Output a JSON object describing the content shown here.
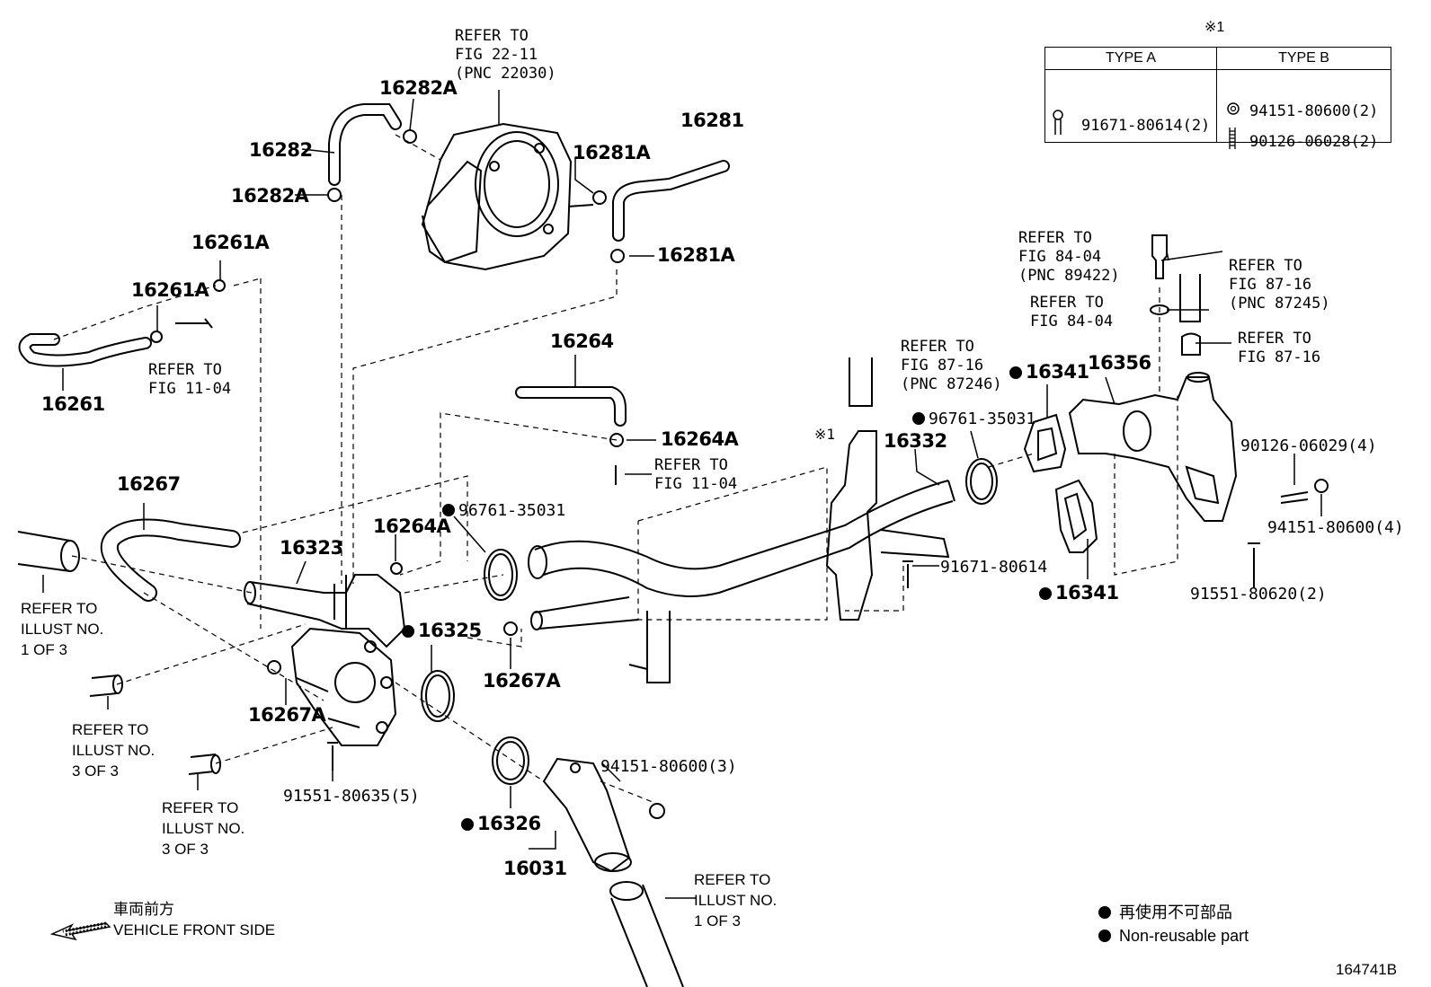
{
  "part_labels": {
    "p16282A_top": "16282A",
    "p16282": "16282",
    "p16282A_bot": "16282A",
    "p16281": "16281",
    "p16281A_top": "16281A",
    "p16281A_bot": "16281A",
    "p16261A_top": "16261A",
    "p16261A_bot": "16261A",
    "p16261": "16261",
    "p16264": "16264",
    "p16264A_right": "16264A",
    "p16264A_left": "16264A",
    "p16267": "16267",
    "p16323": "16323",
    "p16325": "16325",
    "p16267A_left": "16267A",
    "p16267A_mid": "16267A",
    "p16326": "16326",
    "p16031": "16031",
    "p16332": "16332",
    "p16341_top": "16341",
    "p16341_bot": "16341",
    "p16356": "16356",
    "p96761_left": "96761-35031",
    "p96761_right": "96761-35031",
    "p91671": "91671-80614",
    "p90126": "90126-06029(4)",
    "p94151_4": "94151-80600(4)",
    "p91551_2": "91551-80620(2)",
    "p91551_5": "91551-80635(5)",
    "p94151_3": "94151-80600(3)",
    "mark_x1": "※1"
  },
  "references": {
    "throttle": "REFER TO\nFIG 22-11\n(PNC 22030)",
    "fig11_left": "REFER TO\nFIG 11-04",
    "fig11_mid": "REFER TO\nFIG 11-04",
    "fig8716_mid": "REFER TO\nFIG 87-16\n(PNC 87246)",
    "fig8404_top": "REFER TO\nFIG 84-04\n(PNC 89422)",
    "fig8404_bot": "REFER TO\nFIG 84-04",
    "fig8716_top": "REFER TO\nFIG 87-16\n(PNC 87245)",
    "fig8716_bot": "REFER TO\nFIG 87-16",
    "illust_left1": "REFER TO\nILLUST NO.\n1 OF 3",
    "illust_left3a": "REFER TO\nILLUST NO.\n3 OF 3",
    "illust_left3b": "REFER TO\nILLUST NO.\n3 OF 3",
    "illust_bottom1": "REFER TO\nILLUST NO.\n1 OF 3"
  },
  "type_table": {
    "note_mark": "※1",
    "type_a": "TYPE A",
    "type_b": "TYPE B",
    "a_part": "91671-80614(2)",
    "b_part1": "94151-80600(2)",
    "b_part2": "90126-06028(2)"
  },
  "legend": {
    "front_jp": "車両前方",
    "front_en": "VEHICLE FRONT SIDE",
    "nonreuse_jp": "再使用不可部品",
    "nonreuse_en": "Non-reusable part",
    "figure_id": "164741B"
  }
}
